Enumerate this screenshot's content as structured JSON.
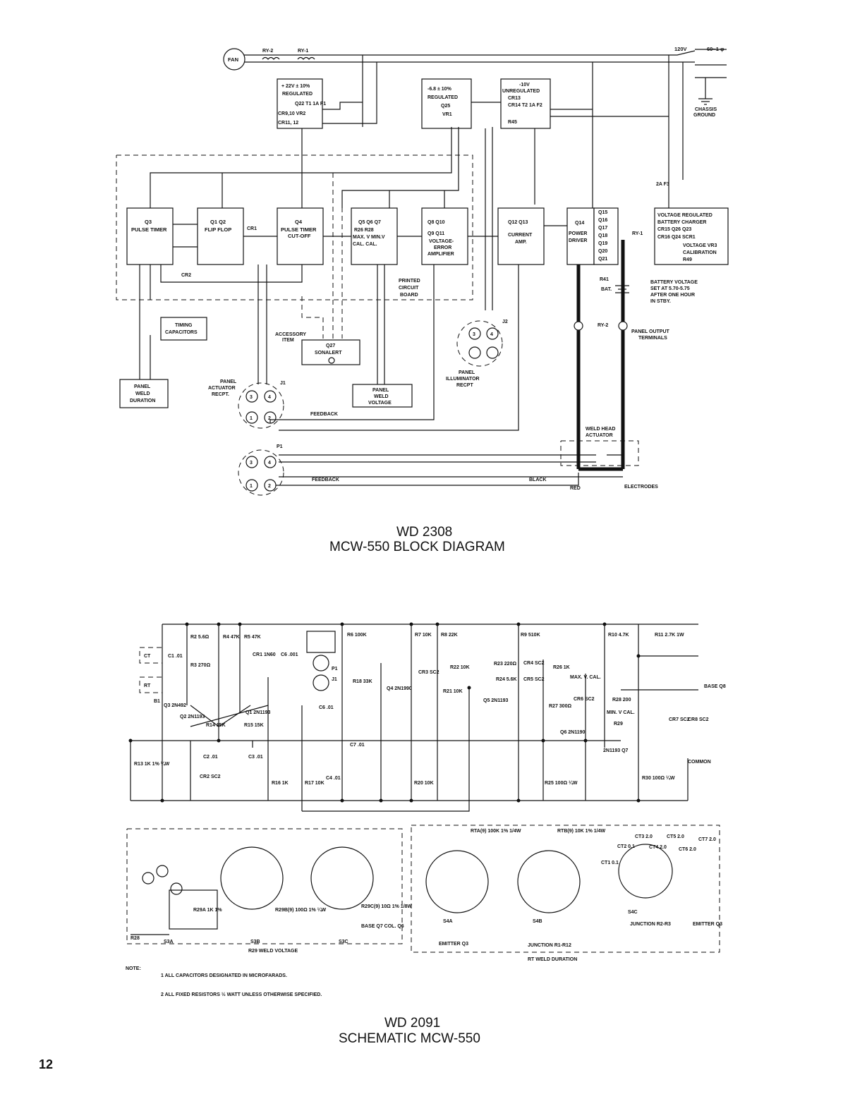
{
  "block_diagram": {
    "title_line1": "WD 2308",
    "title_line2": "MCW-550 BLOCK DIAGRAM",
    "fan": "FAN",
    "ry2": "RY-2",
    "ry1": "RY-1",
    "mains": "120V",
    "freq": "60~1 φ",
    "chassis_ground_1": "CHASSIS",
    "chassis_ground_2": "GROUND",
    "reg22": [
      "+ 22V ± 10%",
      "REGULATED",
      "Q22 T1 1A F1",
      "CR9,10 VR2",
      "CR11, 12"
    ],
    "reg68": [
      "-6.8 ± 10%",
      "REGULATED",
      "Q25",
      "VR1"
    ],
    "unreg10": [
      "-10V",
      "UNREGULATED",
      "CR13",
      "CR14 T2 1A F2",
      "R45"
    ],
    "f3": "2A F3",
    "pulse_timer": [
      "Q3",
      "PULSE TIMER"
    ],
    "flip_flop": [
      "Q1 Q2",
      "FLIP FLOP"
    ],
    "cr1": "CR1",
    "pulse_cutoff": [
      "Q4",
      "PULSE TIMER",
      "CUT-OFF"
    ],
    "maxcal": [
      "Q5 Q6 Q7",
      "R26 R28",
      "MAX. V MIN.V",
      "CAL. CAL."
    ],
    "volt_err": [
      "Q8 Q10",
      "Q9 Q11",
      "VOLTAGE-",
      "ERROR",
      "AMPLIFIER"
    ],
    "current_amp": [
      "Q12 Q13",
      "CURRENT",
      "AMP."
    ],
    "power_driver": [
      "Q14",
      "POWER",
      "DRIVER"
    ],
    "q15_21": [
      "Q15",
      "Q16",
      "Q17",
      "Q18",
      "Q19",
      "Q20",
      "Q21"
    ],
    "charger": [
      "VOLTAGE REGULATED",
      "BATTERY CHARGER",
      "CR15 Q26 Q23",
      "CR16 Q24 SCR1",
      "VOLTAGE VR3",
      "CALIBRATION",
      "R49"
    ],
    "ry1b": "RY-1",
    "cr2": "CR2",
    "pcb": [
      "PRINTED",
      "CIRCUIT",
      "BOARD"
    ],
    "r41": "R41",
    "bat": "BAT.",
    "battery_note": [
      "BATTERY VOLTAGE",
      "SET AT 5.70-5.75",
      "AFTER ONE HOUR",
      "IN STBY."
    ],
    "ry2b": "RY-2",
    "panel_output": [
      "PANEL OUTPUT",
      "TERMINALS"
    ],
    "timing_caps": [
      "TIMING",
      "CAPACITORS"
    ],
    "panel_weld_duration": [
      "PANEL",
      "WELD",
      "DURATION"
    ],
    "accessory": [
      "ACCESSORY",
      "ITEM"
    ],
    "sonalert": [
      "Q27",
      "SONALERT"
    ],
    "panel_actuator": [
      "PANEL",
      "ACTUATOR",
      "RECPT."
    ],
    "j1": "J1",
    "j2": "J2",
    "p1": "P1",
    "feedback": "FEEDBACK",
    "panel_weld_voltage": [
      "PANEL",
      "WELD",
      "VOLTAGE"
    ],
    "panel_illuminator": [
      "PANEL",
      "ILLUMINATOR",
      "RECPT"
    ],
    "weld_head": [
      "WELD HEAD",
      "ACTUATOR"
    ],
    "black": "BLACK",
    "red": "RED",
    "electrodes": "ELECTRODES",
    "pins": [
      "1",
      "2",
      "3",
      "4"
    ]
  },
  "schematic": {
    "title_line1": "WD 2091",
    "title_line2": "SCHEMATIC MCW-550",
    "labels": {
      "r2": "R2 5.6Ω",
      "r3": "R3 270Ω",
      "r4": "R4 47K",
      "r5": "R5 47K",
      "cr1": "CR1 1N60",
      "c6a": "C6 .001",
      "ct": "CT",
      "c1": "C1 .01",
      "rt": "RT",
      "b1": "B1",
      "q3": "Q3 2N492",
      "q2": "Q2 2N1193",
      "q1": "Q1 2N1193",
      "r14": "R14 15K",
      "r15": "R15 15K",
      "c2": "C2 .01",
      "c3": "C3 .01",
      "cr2": "CR2 SC2",
      "r13": "R13 1K 1% ¼W",
      "r16": "R16 1K",
      "p1": "P1",
      "j1": "J1",
      "c6b": "C6 .01",
      "c7": "C7 .01",
      "r17": "R17 10K",
      "c4": "C4 .01",
      "r6": "R6 100K",
      "r18": "R18 33K",
      "q4": "Q4 2N1990",
      "r7": "R7 10K",
      "cr3": "CR3 SC2",
      "r20": "R20 10K",
      "r8": "R8 22K",
      "r22": "R22 10K",
      "r21": "R21 10K",
      "r23": "R23 220Ω",
      "r24": "R24 5.6K",
      "q5": "Q5 2N1193",
      "r9": "R9 510K",
      "cr4": "CR4 SC2",
      "cr5": "CR5 SC2",
      "r26": "R26 1K",
      "maxv": "MAX. V. CAL.",
      "cr6": "CR6 SC2",
      "r27": "R27 300Ω",
      "q6": "Q6 2N1190",
      "r25": "R25 100Ω ¼W",
      "r28": "R28 200",
      "minv": "MIN. V CAL.",
      "r29": "R29",
      "q7": "2N1193 Q7",
      "r10": "R10 4.7K",
      "r11": "R11 2.7K 1W",
      "cr7": "CR7 SC2",
      "cr8": "CR8 SC2",
      "r30": "R30 100Ω ¼W",
      "base_q8": "BASE Q8",
      "common": "COMMON"
    },
    "switch_labels": {
      "r28": "R28",
      "s3a": "S3A",
      "s3b": "S3B",
      "s3c": "S3C",
      "r29a": "R29A 1K 1%",
      "r29b": "R29B(9) 100Ω 1% ¼W",
      "r29c": "R29C(9) 10Ω 1% 1/8W",
      "base_q7": "BASE Q7 COL. Q6",
      "weld_voltage": "R29 WELD VOLTAGE",
      "rta": "RTA(9) 100K 1% 1/4W",
      "rtb": "RTB(9) 10K 1% 1/4W",
      "s4a": "S4A",
      "s4b": "S4B",
      "s4c": "S4C",
      "emitter_q3": "EMITTER Q3",
      "junction_r1r12": "JUNCTION R1-R12",
      "rt_weld": "RT WELD DURATION",
      "ct_values": [
        "CT3 2.0",
        "CT5 2.0",
        "CT7 2.0",
        "CT2 0.1",
        "CT4 2.0",
        "CT6 2.0",
        "CT1 0.1"
      ],
      "junction_r2r3": "JUNCTION R2-R3",
      "emitter_q3b": "EMITTER Q3"
    },
    "notes": {
      "header": "NOTE:",
      "n1": "1  ALL CAPACITORS DESIGNATED IN MICROFARADS.",
      "n2": "2  ALL FIXED RESISTORS ½ WATT UNLESS OTHERWISE SPECIFIED."
    }
  },
  "page_number": "12"
}
